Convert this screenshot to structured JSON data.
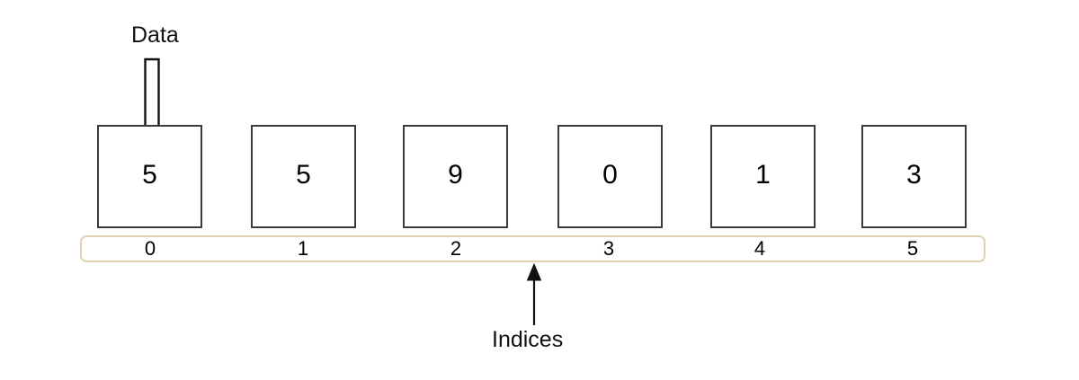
{
  "diagram": {
    "title_absent": true,
    "background_color": "#ffffff",
    "data_callout": {
      "label": "Data",
      "arrow_icon": "hollow-down-arrow-icon",
      "arrow_direction": "down",
      "arrow_stroke_color": "#111111",
      "arrow_fill_color": "#ffffff",
      "points_to_cell_index": 0
    },
    "array": {
      "cell_border_color": "#3b3b3b",
      "cell_fill_color": "#ffffff",
      "cells": [
        {
          "value": "5",
          "index": "0"
        },
        {
          "value": "5",
          "index": "1"
        },
        {
          "value": "9",
          "index": "2"
        },
        {
          "value": "0",
          "index": "3"
        },
        {
          "value": "1",
          "index": "4"
        },
        {
          "value": "3",
          "index": "5"
        }
      ]
    },
    "index_bar": {
      "border_color": "#e2d1b4",
      "fill_color": "#ffffff",
      "labels": [
        "0",
        "1",
        "2",
        "3",
        "4",
        "5"
      ]
    },
    "indices_callout": {
      "label": "Indices",
      "arrow_icon": "thin-up-arrow-icon",
      "arrow_direction": "up",
      "arrow_color": "#111111",
      "points_to_index_bar": true
    }
  }
}
